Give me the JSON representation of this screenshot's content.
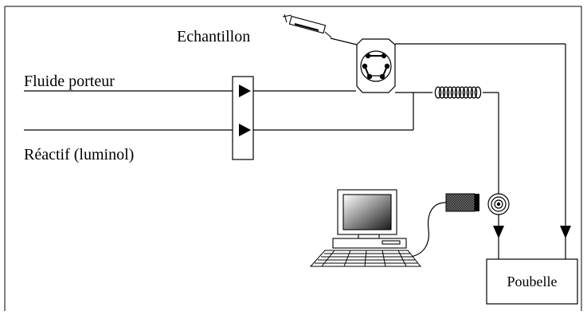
{
  "diagram": {
    "labels": {
      "sample": "Echantillon",
      "carrier": "Fluide porteur",
      "reagent": "Réactif (luminol)",
      "waste": "Poubelle"
    },
    "icons": [
      "syringe-icon",
      "injection-valve-icon",
      "pump-icon",
      "reaction-coil-icon",
      "flow-cell-icon",
      "photodetector-icon",
      "computer-icon",
      "keyboard-icon"
    ],
    "colors": {
      "line": "#000000",
      "background": "#ffffff"
    }
  }
}
